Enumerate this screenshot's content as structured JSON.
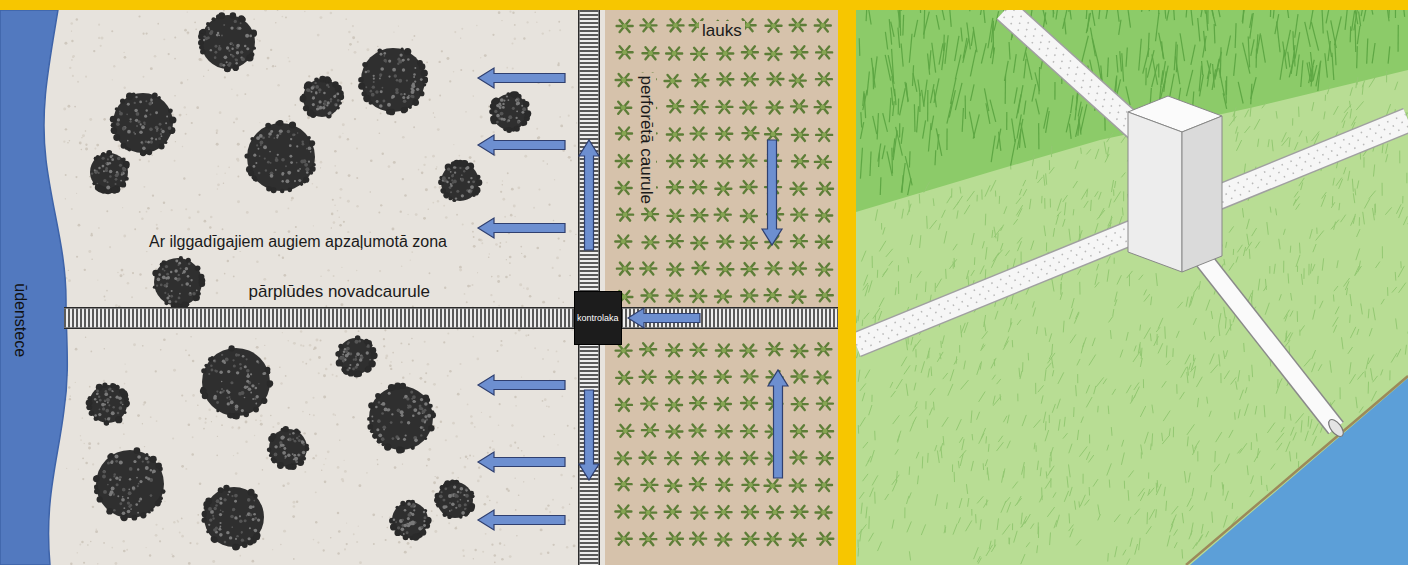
{
  "diagram": {
    "nodes": [
      {
        "text": [
          "ūdenstece"
        ]
      },
      {
        "text": [
          "Ar ilggadīgajiem augiem apzaļumotā zona"
        ]
      },
      {
        "text": [
          "kontrolaka"
        ]
      },
      {
        "text": [
          "lauks"
        ]
      }
    ],
    "edges": [
      {
        "from": 2,
        "to": 0,
        "arrow": "none",
        "label": "pārplūdes novadcaurule"
      }
    ],
    "labels": [
      "perforētā caurule"
    ]
  }
}
